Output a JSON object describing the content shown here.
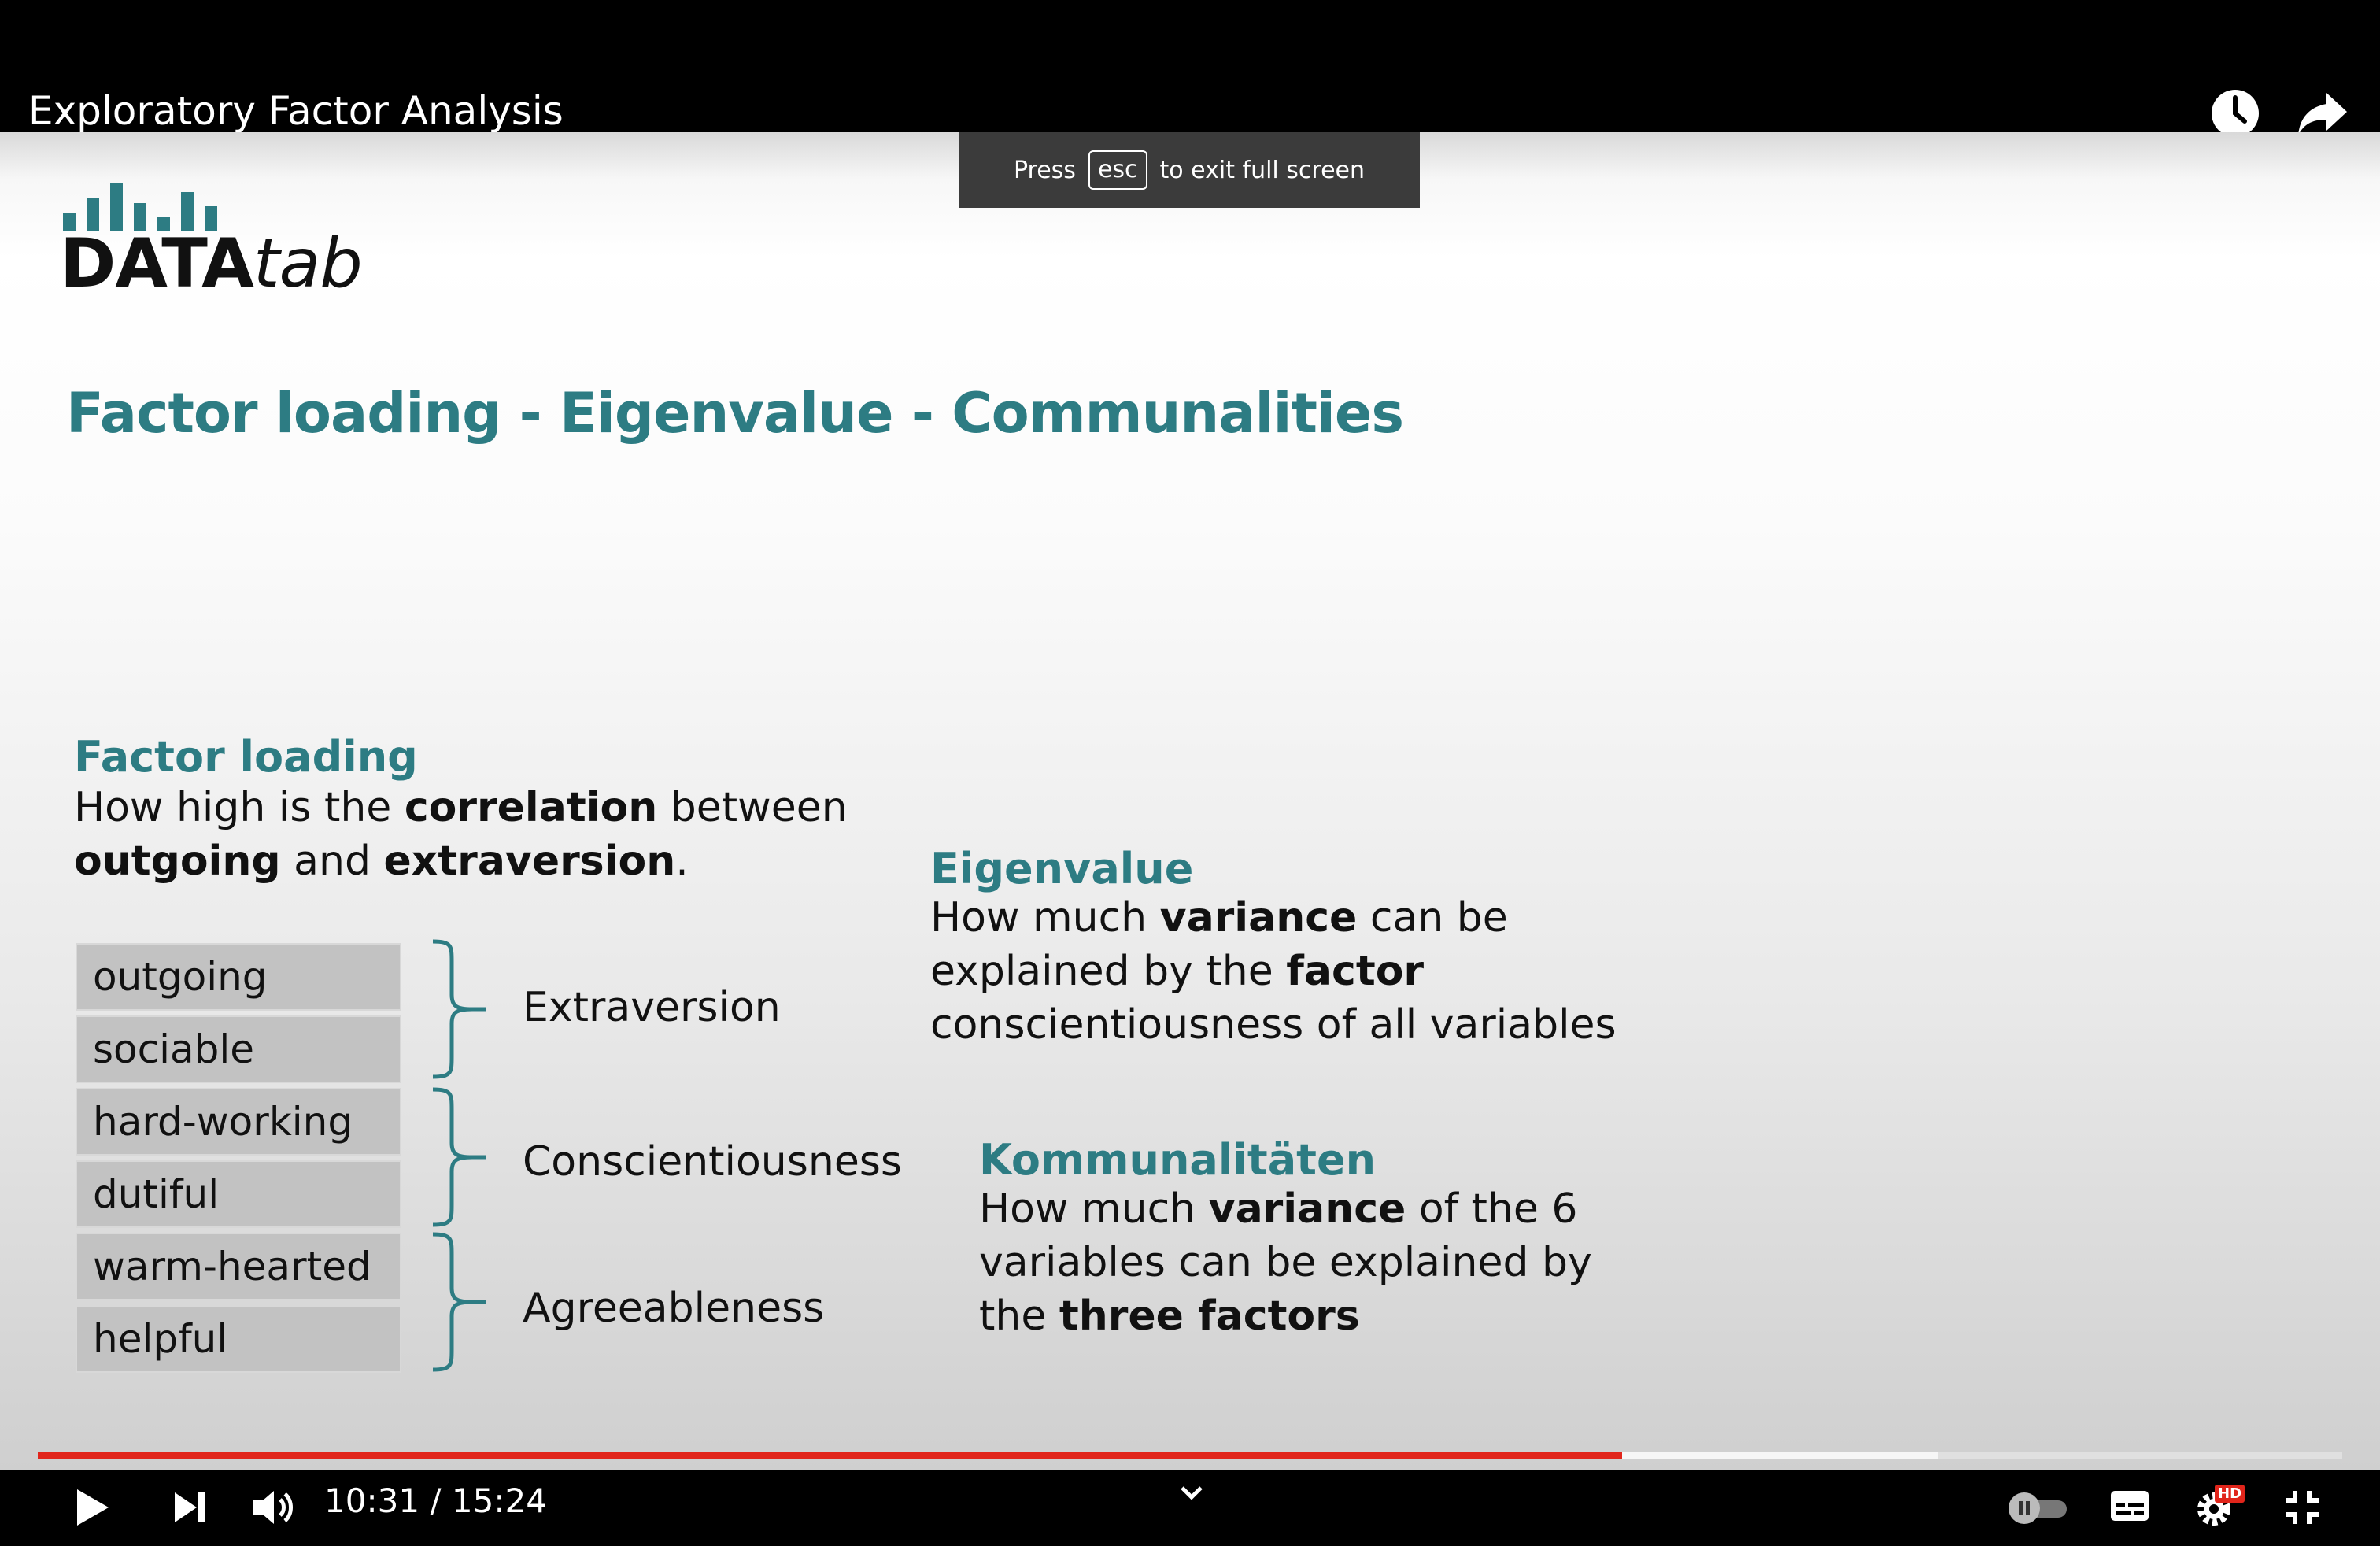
{
  "video": {
    "title": "Exploratory Factor Analysis",
    "time_current": "10:31",
    "time_separator": "/",
    "time_total": "15:24",
    "progress_played": 0.6875,
    "progress_buffered": 0.8245,
    "quality_badge": "HD"
  },
  "fullscreen_notice": {
    "before": "Press",
    "key": "esc",
    "after": "to exit full screen"
  },
  "logo": {
    "bold": "DATA",
    "italic": "tab"
  },
  "slide": {
    "title": "Factor loading - Eigenvalue - Communalities",
    "factor_loading": {
      "heading": "Factor loading",
      "l1a": "How high is the ",
      "l1b": "correlation",
      "l1c": " between",
      "l2a": "outgoing",
      "l2b": " and ",
      "l2c": "extraversion",
      "l2d": "."
    },
    "variables": [
      "outgoing",
      "sociable",
      "hard-working",
      "dutiful",
      "warm-hearted",
      "helpful"
    ],
    "factors": [
      "Extraversion",
      "Conscientiousness",
      "Agreeableness"
    ],
    "eigenvalue": {
      "heading": "Eigenvalue",
      "l1a": "How much ",
      "l1b": "variance",
      "l1c": " can be",
      "l2a": "explained by the ",
      "l2b": "factor",
      "l3": "conscientiousness of all variables"
    },
    "communalities": {
      "heading": "Kommunalitäten",
      "l1a": "How much ",
      "l1b": "variance",
      "l1c": " of the 6",
      "l2": "variables can be explained by",
      "l3a": "the ",
      "l3b": "three factors"
    }
  },
  "colors": {
    "accent": "#2d7c83",
    "progress": "#e1251b"
  },
  "icons": [
    "watch-later-icon",
    "share-icon",
    "play-icon",
    "next-icon",
    "volume-icon",
    "chevron-down-icon",
    "autoplay-toggle-icon",
    "subtitles-icon",
    "settings-icon",
    "exit-fullscreen-icon"
  ]
}
